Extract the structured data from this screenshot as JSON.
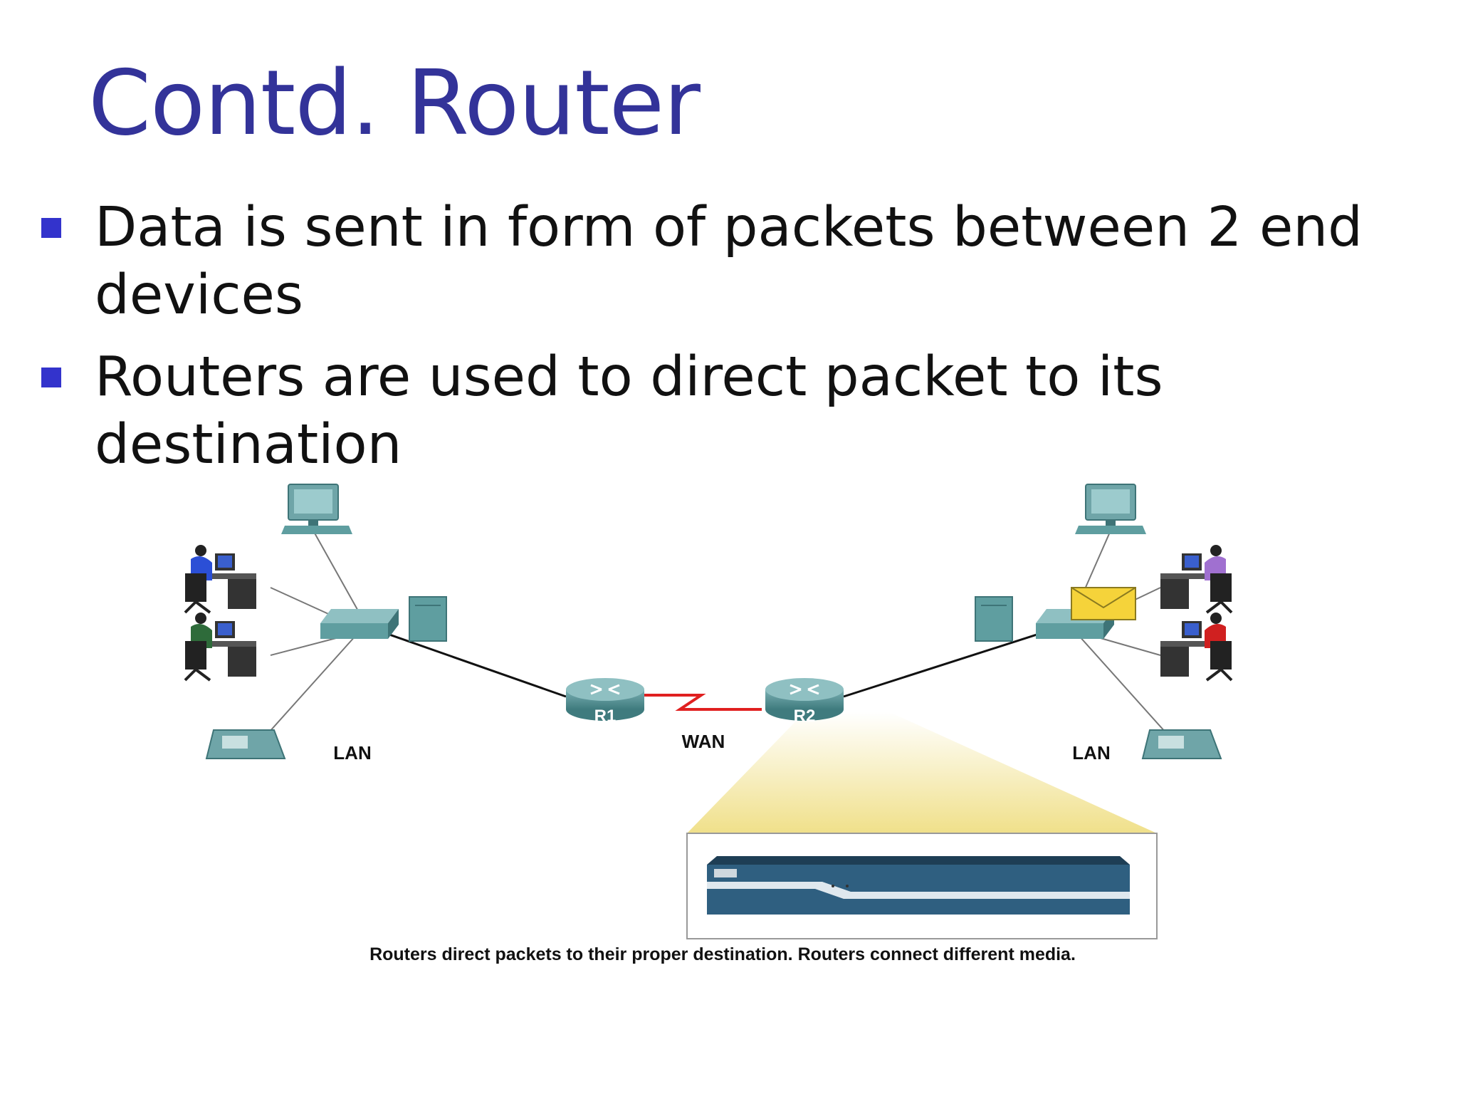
{
  "slide": {
    "title": "Contd. Router",
    "bullets": [
      "Data is sent in form of packets between 2 end devices",
      "Routers are used to direct packet to its destination"
    ]
  },
  "diagram": {
    "labels": {
      "lan_left": "LAN",
      "lan_right": "LAN",
      "wan": "WAN",
      "router1": "R1",
      "router2": "R2"
    },
    "caption": "Routers direct packets to their proper destination. Routers connect different media.",
    "colors": {
      "device_teal": "#5f9ea0",
      "wan_link": "#e02020",
      "packet_envelope": "#f5d33a",
      "zoom_beam": "#f3e7a0",
      "router_chassis": "#2f5f80",
      "title": "#333399",
      "bullet_marker": "#3333cc"
    }
  }
}
